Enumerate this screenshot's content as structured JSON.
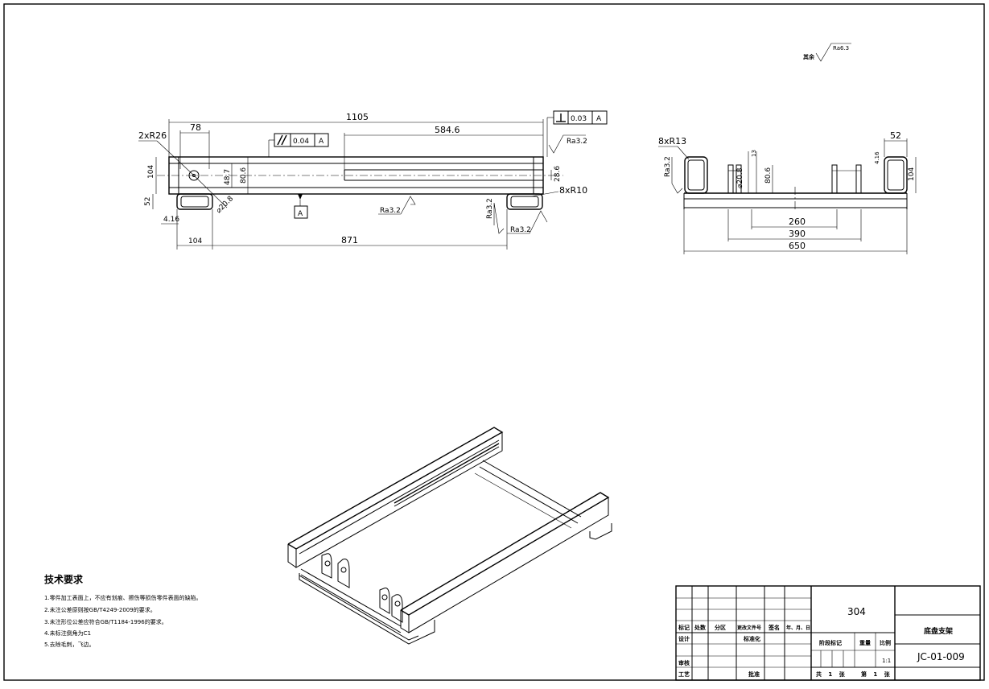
{
  "front_view": {
    "dim_total_length": "1105",
    "dim_slot_length": "584.6",
    "dim_left_offset": "78",
    "dim_hole_spacing": "871",
    "dim_left_bottom": "104",
    "dim_height": "104",
    "dim_foot_height": "52",
    "dim_inner_height_a": "48.7",
    "dim_inner_height_b": "80.6",
    "dim_right_height": "28.6",
    "dim_small": "4.16",
    "radius_left": "2xR26",
    "radius_feet": "8xR10",
    "hole_dia": "⌀20.8",
    "tol_parallel_value": "0.04",
    "tol_parallel_datum": "A",
    "tol_perp_value": "0.03",
    "tol_perp_datum": "A",
    "datum_label": "A",
    "ra_bottom": "Ra3.2",
    "ra_right_top": "Ra3.2",
    "ra_right_side": "Ra3.2",
    "ra_right_bottom": "Ra3.2"
  },
  "side_view": {
    "radius": "8xR13",
    "ra_left": "Ra3.2",
    "dim_top_right": "52",
    "dim_height": "104",
    "dim_small_a": "4.16",
    "dim_small_b": "13",
    "hole_dia": "⌀20.8",
    "dim_inner": "80.6",
    "dim_260": "260",
    "dim_390": "390",
    "dim_650": "650"
  },
  "general_roughness": {
    "label": "其余",
    "value": "Ra6.3"
  },
  "technical_requirements": {
    "title": "技术要求",
    "items": [
      "1.零件加工表面上，不应有划痕、擦伤等损伤零件表面的缺陷。",
      "2.未注公差原则按GB/T4249-2009的要求。",
      "3.未注形位公差应符合GB/T1184-1996的要求。",
      "4.未标注倒角为C1",
      "5.去除毛刺，飞边。"
    ]
  },
  "title_block": {
    "material": "304",
    "part_name": "底盘支架",
    "drawing_no": "JC-01-009",
    "scale_value": "1:1",
    "h_mark": "标记",
    "h_count": "处数",
    "h_zone": "分区",
    "h_change_doc": "更改文件号",
    "h_sign": "签名",
    "h_date": "年、月、日",
    "h_design": "设计",
    "h_standard": "标准化",
    "h_stage": "阶段标记",
    "h_weight": "重量",
    "h_scale": "比例",
    "h_review": "审核",
    "h_process": "工艺",
    "h_approve": "批准",
    "sheets_total": "共 1 张",
    "sheet_no": "第 1 张"
  }
}
